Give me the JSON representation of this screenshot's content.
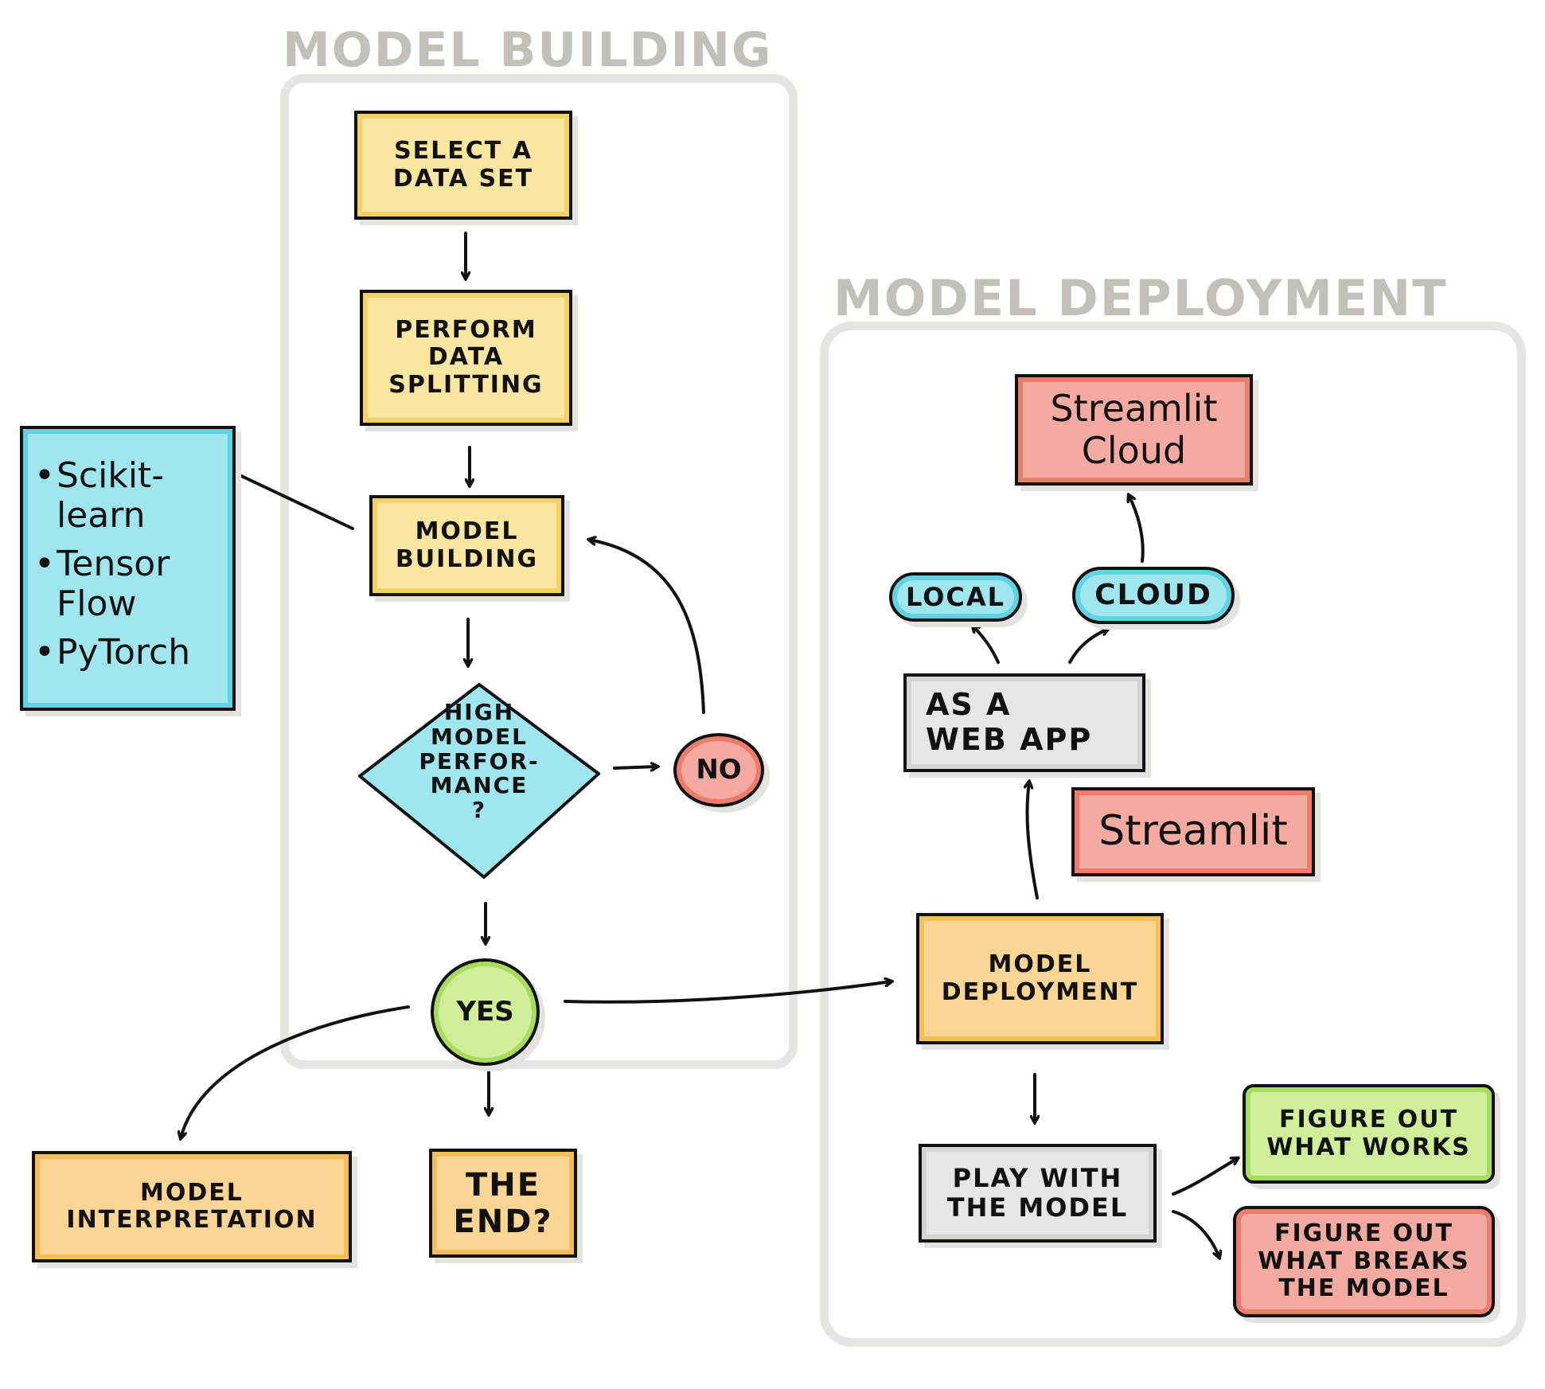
{
  "sections": {
    "model_building": {
      "title": "MODEL BUILDING"
    },
    "model_deployment": {
      "title": "MODEL DEPLOYMENT"
    }
  },
  "nodes": {
    "select_dataset": "SELECT A\nDATA SET",
    "data_splitting": "PERFORM\nDATA\nSPLITTING",
    "model_building": "MODEL\nBUILDING",
    "decision": "HIGH\nMODEL\nPERFOR-\nMANCE\n?",
    "no": "NO",
    "yes": "YES",
    "libraries": [
      "Scikit-\nlearn",
      "Tensor\nFlow",
      "PyTorch"
    ],
    "model_interpretation": "MODEL\nINTERPRETATION",
    "the_end": "THE\nEND?",
    "streamlit_cloud": "Streamlit\nCloud",
    "local": "LOCAL",
    "cloud": "CLOUD",
    "web_app": "AS  A\nWEB APP",
    "streamlit": "Streamlit",
    "model_deployment": "MODEL\nDEPLOYMENT",
    "play_with_model": "PLAY WITH\nTHE MODEL",
    "what_works": "FIGURE  OUT\nWHAT WORKS",
    "what_breaks": "FIGURE  OUT\nWHAT BREAKS\nTHE MODEL"
  },
  "colors": {
    "yellow": "#f9e6a1",
    "orange": "#fbd594",
    "cyan": "#9fe6ef",
    "red": "#f5aaa1",
    "grey": "#e6e6e4",
    "green": "#d1ee9a",
    "container": "#e7e5e2",
    "section_title": "#c3c0ba"
  },
  "edges": [
    {
      "from": "select_dataset",
      "to": "data_splitting"
    },
    {
      "from": "data_splitting",
      "to": "model_building"
    },
    {
      "from": "libraries",
      "to": "model_building",
      "arrow": false
    },
    {
      "from": "model_building",
      "to": "decision"
    },
    {
      "from": "decision",
      "to": "no"
    },
    {
      "from": "no",
      "to": "model_building"
    },
    {
      "from": "decision",
      "to": "yes"
    },
    {
      "from": "yes",
      "to": "model_interpretation"
    },
    {
      "from": "yes",
      "to": "the_end"
    },
    {
      "from": "yes",
      "to": "model_deployment"
    },
    {
      "from": "model_deployment",
      "to": "web_app"
    },
    {
      "from": "web_app",
      "to": "local"
    },
    {
      "from": "web_app",
      "to": "cloud"
    },
    {
      "from": "cloud",
      "to": "streamlit_cloud"
    },
    {
      "from": "model_deployment",
      "to": "play_with_model"
    },
    {
      "from": "play_with_model",
      "to": "what_works"
    },
    {
      "from": "play_with_model",
      "to": "what_breaks"
    }
  ]
}
